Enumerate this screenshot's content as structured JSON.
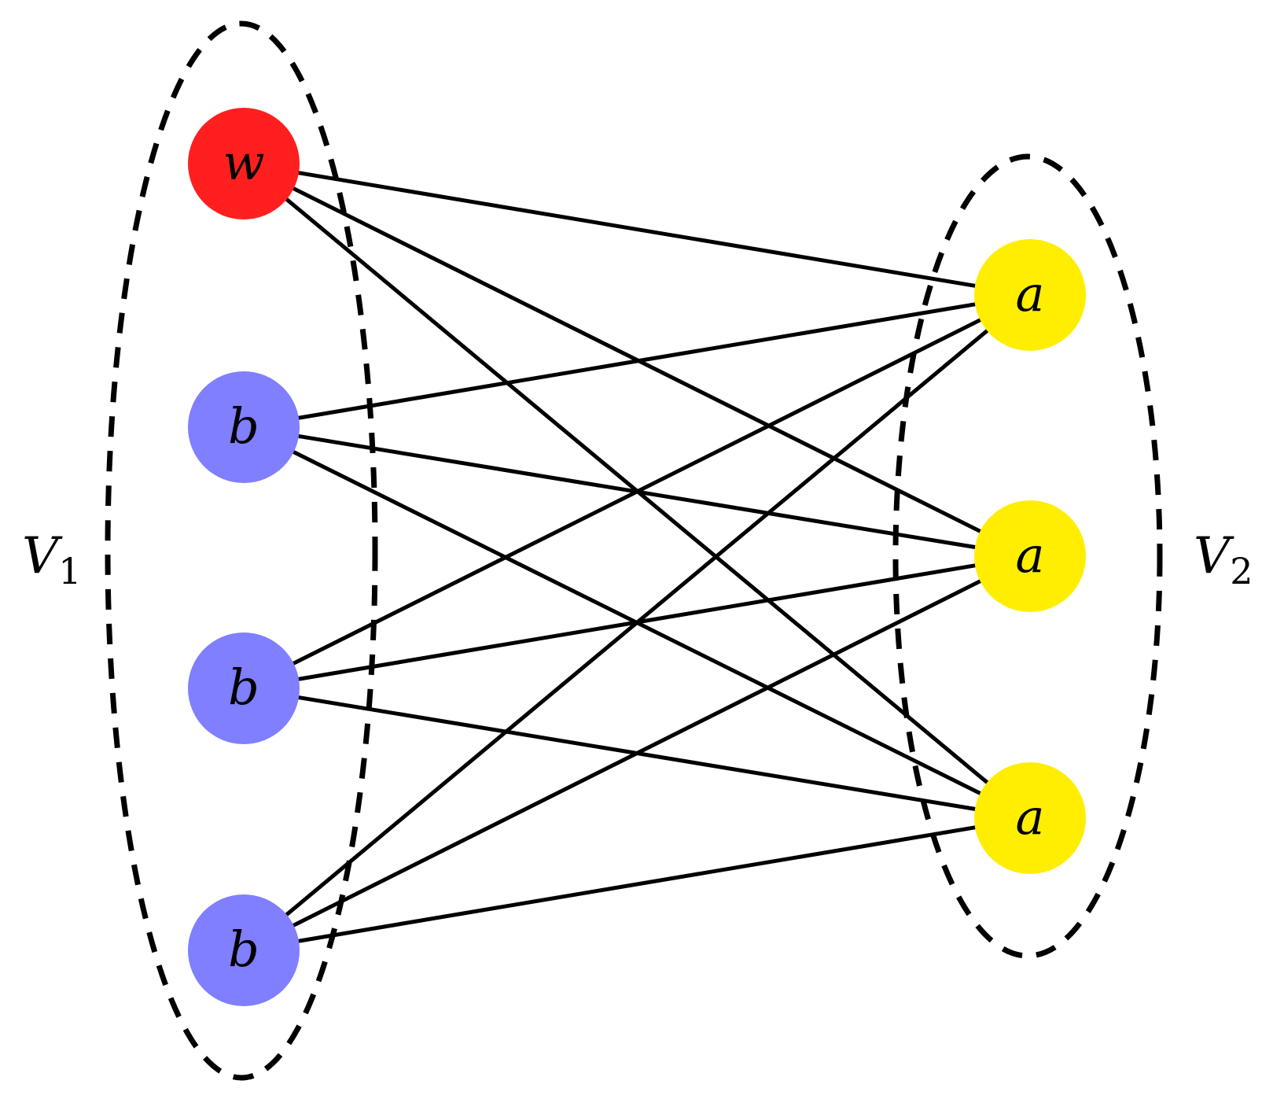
{
  "diagram": {
    "partitions": [
      {
        "id": "V1",
        "symbol": "V",
        "subscript": "1"
      },
      {
        "id": "V2",
        "symbol": "V",
        "subscript": "2"
      }
    ],
    "nodes": [
      {
        "id": "w",
        "label": "w",
        "set": "V1",
        "color": "#ff1f1f"
      },
      {
        "id": "b1",
        "label": "b",
        "set": "V1",
        "color": "#7f7fff"
      },
      {
        "id": "b2",
        "label": "b",
        "set": "V1",
        "color": "#7f7fff"
      },
      {
        "id": "b3",
        "label": "b",
        "set": "V1",
        "color": "#7f7fff"
      },
      {
        "id": "a1",
        "label": "a",
        "set": "V2",
        "color": "#ffee00"
      },
      {
        "id": "a2",
        "label": "a",
        "set": "V2",
        "color": "#ffee00"
      },
      {
        "id": "a3",
        "label": "a",
        "set": "V2",
        "color": "#ffee00"
      }
    ],
    "edges": [
      [
        "w",
        "a1"
      ],
      [
        "w",
        "a2"
      ],
      [
        "w",
        "a3"
      ],
      [
        "b1",
        "a1"
      ],
      [
        "b1",
        "a2"
      ],
      [
        "b1",
        "a3"
      ],
      [
        "b2",
        "a1"
      ],
      [
        "b2",
        "a2"
      ],
      [
        "b2",
        "a3"
      ],
      [
        "b3",
        "a1"
      ],
      [
        "b3",
        "a2"
      ],
      [
        "b3",
        "a3"
      ]
    ]
  }
}
